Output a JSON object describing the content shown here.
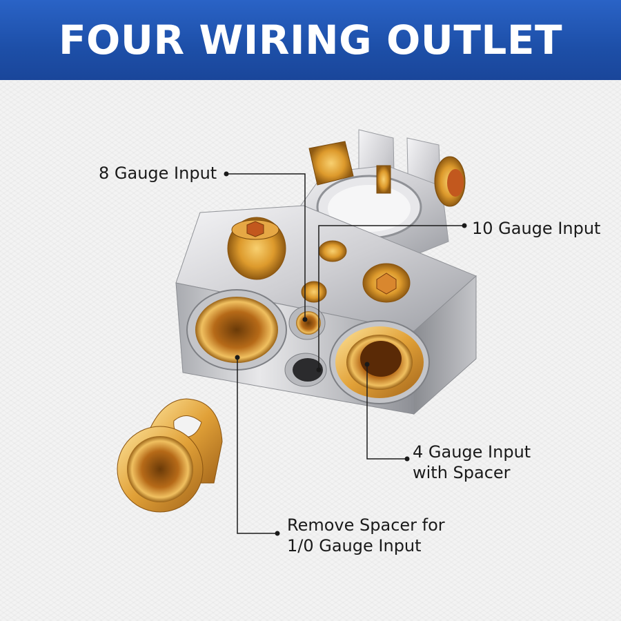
{
  "banner": {
    "title": "FOUR WIRING OUTLET",
    "color": "#1f52ad"
  },
  "callouts": {
    "eight_gauge": "8  Gauge Input",
    "ten_gauge": "10  Gauge Input",
    "four_gauge_line1": "4 Gauge Input",
    "four_gauge_line2": "with Spacer",
    "spacer_line1": "Remove Spacer for",
    "spacer_line2": "1/0 Gauge Input"
  },
  "colors": {
    "silver": "#c9c9cc",
    "gold": "#e0a640",
    "text": "#1a1a1a"
  },
  "icons": [
    "battery-terminal-illustration",
    "spacer-ring-illustration"
  ]
}
